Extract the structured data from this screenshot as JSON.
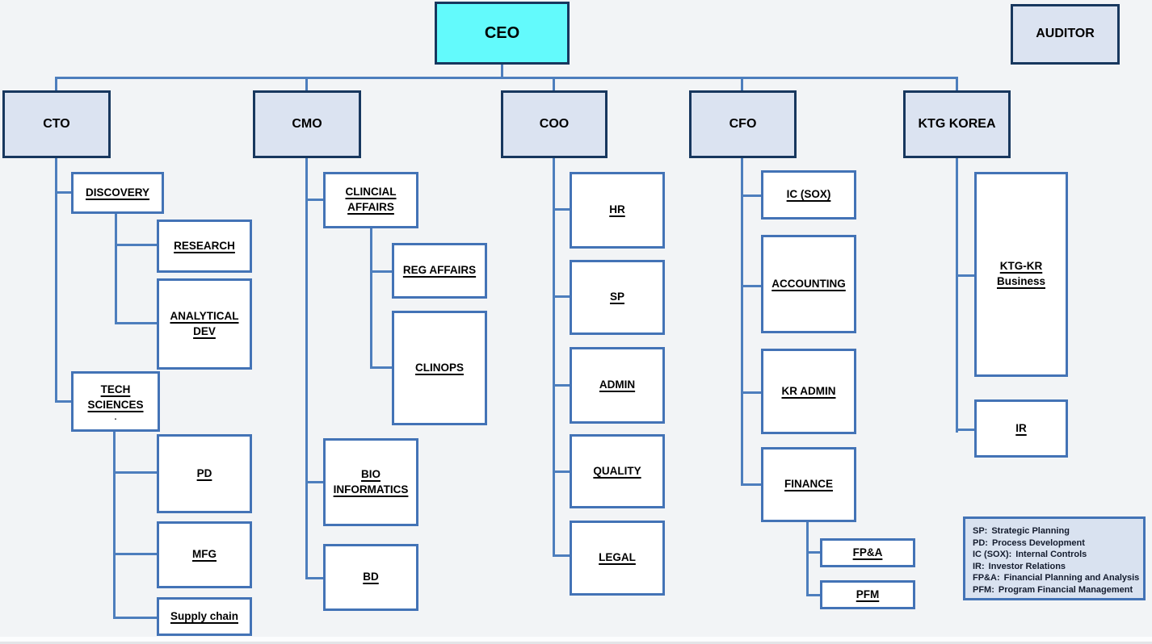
{
  "diagram": {
    "type": "org-chart",
    "root": "CEO"
  },
  "nodes": {
    "ceo": {
      "label": "CEO"
    },
    "auditor": {
      "label": "AUDITOR"
    },
    "cto": {
      "label": "CTO"
    },
    "cmo": {
      "label": "CMO"
    },
    "coo": {
      "label": "COO"
    },
    "cfo": {
      "label": "CFO"
    },
    "ktg_korea": {
      "label": "KTG KOREA"
    },
    "discovery": {
      "label": "DISCOVERY"
    },
    "research": {
      "label": "RESEARCH"
    },
    "analytical_dev": {
      "label": "ANALYTICAL\nDEV"
    },
    "tech_sciences": {
      "label": "TECH\nSCIENCES",
      "note": "."
    },
    "pd": {
      "label": "PD"
    },
    "mfg": {
      "label": "MFG"
    },
    "supply_chain": {
      "label": "Supply chain"
    },
    "clincial_affairs": {
      "label": "CLINCIAL\nAFFAIRS"
    },
    "reg_affairs": {
      "label": "REG AFFAIRS"
    },
    "clinops": {
      "label": "CLINOPS"
    },
    "bio_informatics": {
      "label": "BIO\nINFORMATICS"
    },
    "bd": {
      "label": "BD"
    },
    "hr": {
      "label": "HR"
    },
    "sp": {
      "label": "SP"
    },
    "admin": {
      "label": "ADMIN"
    },
    "quality": {
      "label": "QUALITY"
    },
    "legal": {
      "label": "LEGAL"
    },
    "ic_sox": {
      "label": "IC (SOX)"
    },
    "accounting": {
      "label": "ACCOUNTING"
    },
    "kr_admin": {
      "label": "KR ADMIN"
    },
    "finance": {
      "label": "FINANCE"
    },
    "fpa": {
      "label": "FP&A"
    },
    "pfm": {
      "label": "PFM"
    },
    "ktg_kr_business": {
      "label": "KTG-KR\nBusiness"
    },
    "ir": {
      "label": "IR"
    }
  },
  "hierarchy": {
    "CEO": [
      "CTO",
      "CMO",
      "COO",
      "CFO",
      "KTG KOREA"
    ],
    "CTO": [
      "DISCOVERY",
      "TECH SCIENCES"
    ],
    "DISCOVERY": [
      "RESEARCH",
      "ANALYTICAL DEV"
    ],
    "TECH SCIENCES": [
      "PD",
      "MFG",
      "Supply chain"
    ],
    "CMO": [
      "CLINCIAL AFFAIRS",
      "BIO INFORMATICS",
      "BD"
    ],
    "CLINCIAL AFFAIRS": [
      "REG AFFAIRS",
      "CLINOPS"
    ],
    "COO": [
      "HR",
      "SP",
      "ADMIN",
      "QUALITY",
      "LEGAL"
    ],
    "CFO": [
      "IC (SOX)",
      "ACCOUNTING",
      "KR ADMIN",
      "FINANCE"
    ],
    "FINANCE": [
      "FP&A",
      "PFM"
    ],
    "KTG KOREA": [
      "KTG-KR Business",
      "IR"
    ],
    "standalone": [
      "AUDITOR"
    ]
  },
  "legend": {
    "items": [
      {
        "abbr": "SP:",
        "def": "Strategic Planning"
      },
      {
        "abbr": "PD:",
        "def": "Process Development"
      },
      {
        "abbr": "IC (SOX):",
        "def": "Internal Controls"
      },
      {
        "abbr": "IR:",
        "def": "Investor Relations"
      },
      {
        "abbr": "FP&A:",
        "def": "Financial Planning and Analysis"
      },
      {
        "abbr": "PFM:",
        "def": "Program Financial Management"
      }
    ]
  },
  "colors": {
    "ceo_fill": "#63fafc",
    "level1_fill": "#dbe3f1",
    "child_fill": "#ffffff",
    "navy_border": "#17375e",
    "blue_border": "#4373b6",
    "connector": "#4d7ebd",
    "background": "#f2f4f6",
    "legend_fill": "#d9e2f0"
  }
}
